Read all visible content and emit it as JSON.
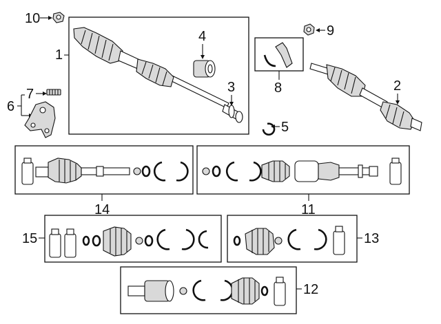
{
  "callouts": {
    "c1": "1",
    "c2": "2",
    "c3": "3",
    "c4": "4",
    "c5": "5",
    "c6": "6",
    "c7": "7",
    "c8": "8",
    "c9": "9",
    "c10": "10",
    "c11": "11",
    "c12": "12",
    "c13": "13",
    "c14": "14",
    "c15": "15"
  },
  "icons": {
    "axle": "cv-axle-icon",
    "bearing": "bearing-icon",
    "ring": "snap-ring-icon",
    "clamp": "boot-clamp-icon",
    "boot": "cv-boot-icon",
    "grease": "grease-tube-icon",
    "nut": "axle-nut-icon",
    "bracket": "support-bracket-icon",
    "bolt": "bolt-icon"
  }
}
